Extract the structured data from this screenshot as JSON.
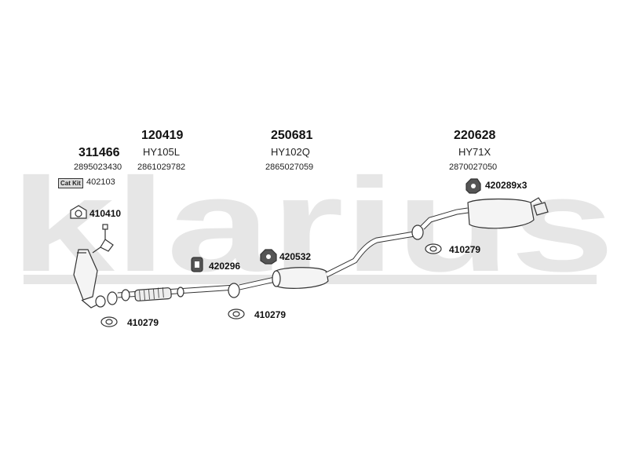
{
  "brand": {
    "watermark": "klarius",
    "color": "#e6e6e6"
  },
  "parts": {
    "p311466": {
      "number": "311466",
      "oe": "2895023430"
    },
    "p120419": {
      "number": "120419",
      "code": "HY105L",
      "oe": "2861029782"
    },
    "p250681": {
      "number": "250681",
      "code": "HY102Q",
      "oe": "2865027059"
    },
    "p220628": {
      "number": "220628",
      "code": "HY71X",
      "oe": "2870027050"
    }
  },
  "cat_kit": {
    "label": "Cat Kit",
    "number": "402103"
  },
  "fittings": {
    "f410410": "410410",
    "f420296": "420296",
    "f420532": "420532",
    "f420289": "420289x3",
    "f410279_right": "410279",
    "f410279_mid": "410279",
    "f410279_left": "410279"
  }
}
